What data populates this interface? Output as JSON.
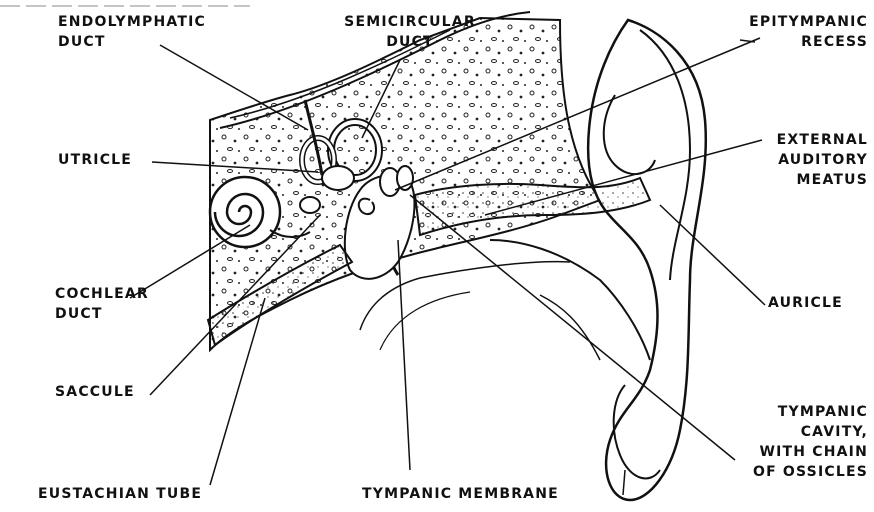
{
  "labels": {
    "endolymphatic_duct": [
      "ENDOLYMPHATIC",
      "DUCT"
    ],
    "semicircular_duct": [
      "SEMICIRCULAR",
      "DUCT"
    ],
    "epitympanic_recess": [
      "EPITYMPANIC",
      "RECESS"
    ],
    "utricle": "UTRICLE",
    "external_auditory_meatus": [
      "EXTERNAL",
      "AUDITORY",
      "MEATUS"
    ],
    "cochlear_duct": [
      "COCHLEAR",
      "DUCT"
    ],
    "auricle": "AURICLE",
    "saccule": "SACCULE",
    "tympanic_cavity": [
      "TYMPANIC",
      "CAVITY,",
      "WITH CHAIN",
      "OF OSSICLES"
    ],
    "eustachian_tube": "EUSTACHIAN TUBE",
    "tympanic_membrane": "TYMPANIC MEMBRANE"
  }
}
